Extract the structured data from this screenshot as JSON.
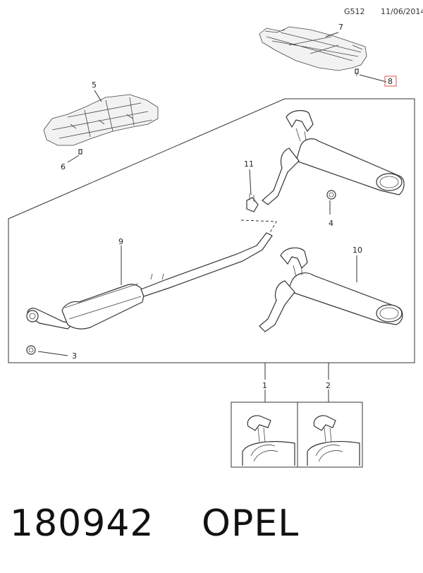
{
  "header": {
    "diagram_code": "G512",
    "date": "11/06/2014"
  },
  "callouts": {
    "c1": "1",
    "c2": "2",
    "c3": "3",
    "c4": "4",
    "c5": "5",
    "c6": "6",
    "c7": "7",
    "c8": "8",
    "c9": "9",
    "c10": "10",
    "c11": "11"
  },
  "highlight_color": "#d9534f",
  "footer": {
    "part_number": "180942",
    "brand": "OPEL"
  }
}
